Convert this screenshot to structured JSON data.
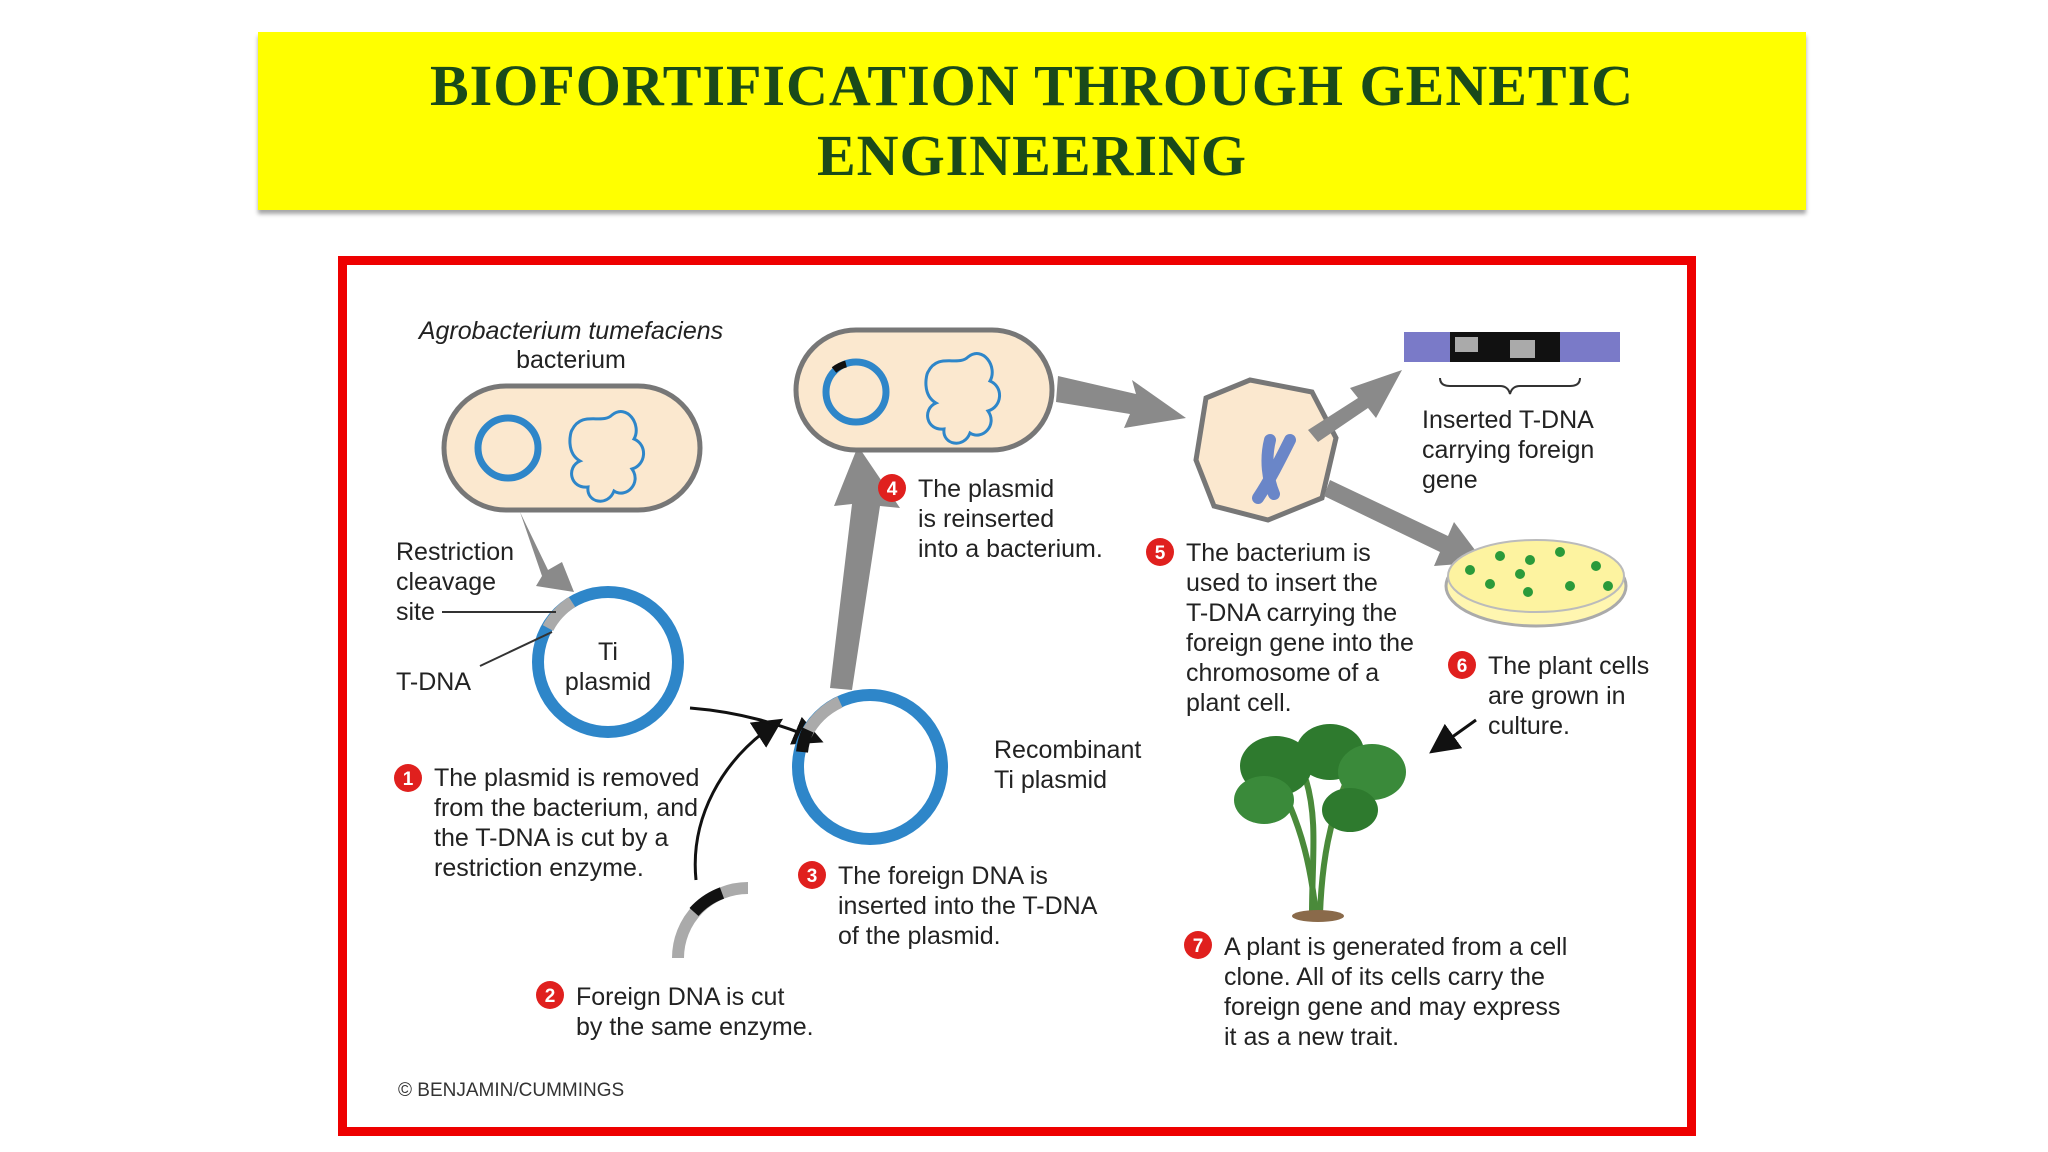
{
  "title": {
    "line1": "BIOFORTIFICATION THROUGH GENETIC",
    "line2": "ENGINEERING"
  },
  "diagram": {
    "bacterium_label": [
      "Agrobacterium tumefaciens",
      "bacterium"
    ],
    "restriction_label": [
      "Restriction",
      "cleavage",
      "site"
    ],
    "tdna_label": "T-DNA",
    "ti_plasmid_label": [
      "Ti",
      "plasmid"
    ],
    "recombinant_label": [
      "Recombinant",
      "Ti plasmid"
    ],
    "inserted_label": [
      "Inserted T-DNA",
      "carrying foreign",
      "gene"
    ],
    "copyright": "© BENJAMIN/CUMMINGS",
    "steps": [
      {
        "num": "1",
        "lines": [
          "The plasmid is removed",
          "from the bacterium, and",
          "the T-DNA is cut by a",
          "restriction enzyme."
        ]
      },
      {
        "num": "2",
        "lines": [
          "Foreign DNA is cut",
          "by the same enzyme."
        ]
      },
      {
        "num": "3",
        "lines": [
          "The foreign DNA is",
          "inserted into the T-DNA",
          "of the plasmid."
        ]
      },
      {
        "num": "4",
        "lines": [
          "The plasmid",
          "is reinserted",
          "into a bacterium."
        ]
      },
      {
        "num": "5",
        "lines": [
          "The bacterium is",
          "used to insert the",
          "T-DNA carrying the",
          "foreign gene into the",
          "chromosome of a",
          "plant cell."
        ]
      },
      {
        "num": "6",
        "lines": [
          "The plant cells",
          "are grown in",
          "culture."
        ]
      },
      {
        "num": "7",
        "lines": [
          "A plant is generated from a cell",
          "clone. All of its cells carry the",
          "foreign gene and may express",
          "it as a new trait."
        ]
      }
    ]
  },
  "colors": {
    "banner": "#ffff00",
    "title_text": "#1a4a1a",
    "frame": "#ee0000",
    "plasmid": "#2e86c9",
    "bacterium_fill": "#fbe8cf",
    "step_badge": "#e0201e"
  }
}
